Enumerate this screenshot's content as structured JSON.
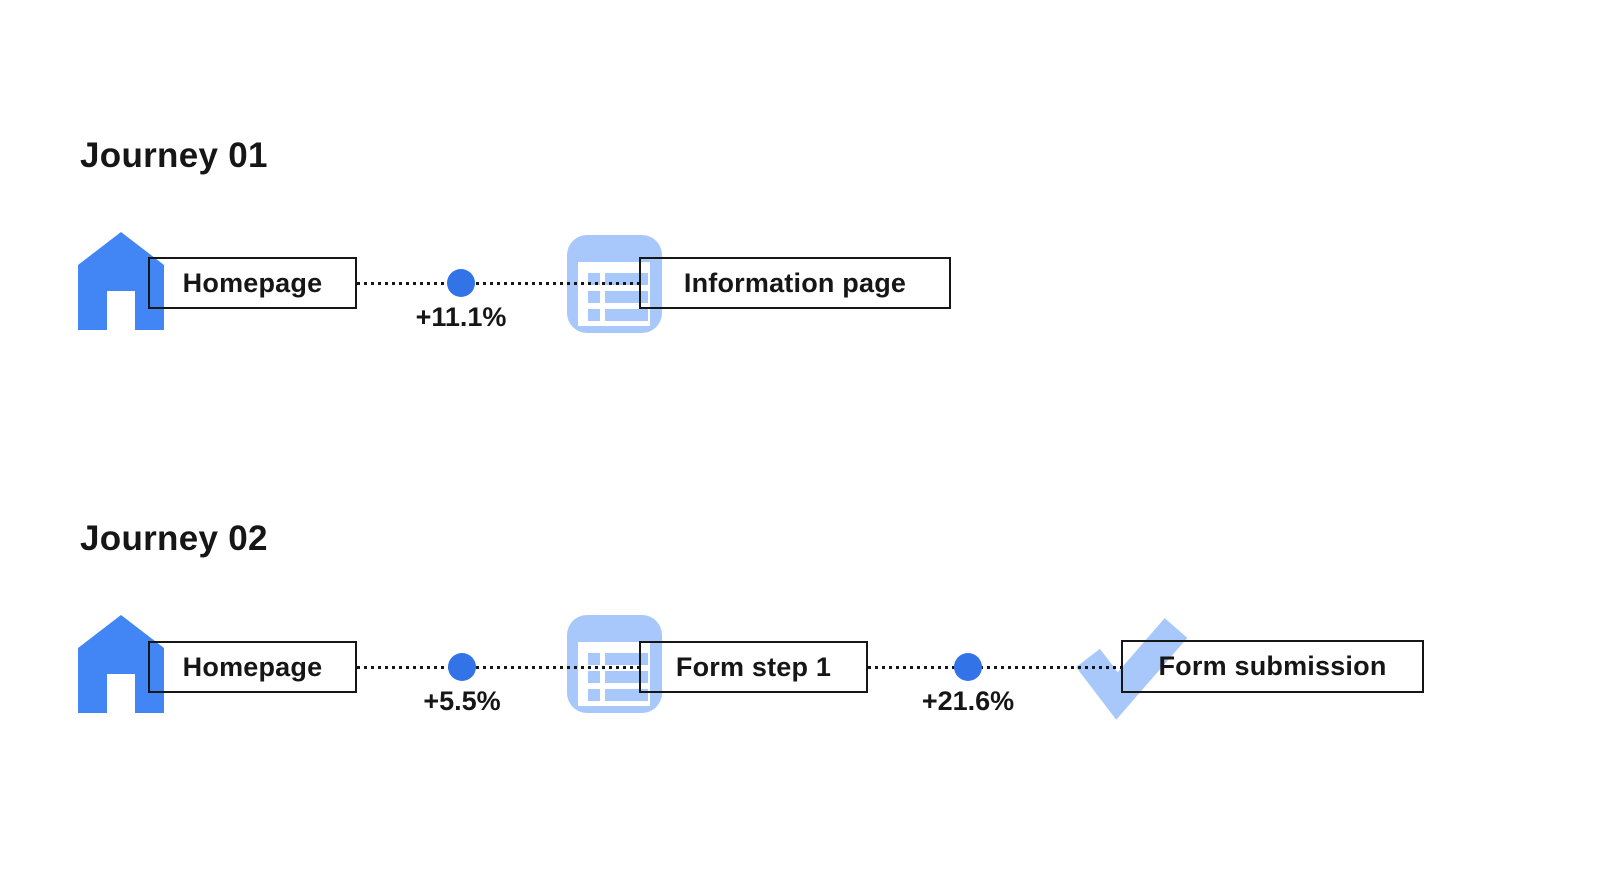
{
  "colors": {
    "primary_blue": "#4285F4",
    "node_blue": "#3273E8",
    "light_blue": "#A8C7FA",
    "ink": "#161616",
    "canvas_bg": "#ffffff"
  },
  "journeys": [
    {
      "title": "Journey 01",
      "steps": [
        {
          "label": "Homepage",
          "icon": "home-icon"
        },
        {
          "label": "Information page",
          "icon": "information-page-icon"
        }
      ],
      "transitions": [
        {
          "delta": "+11.1%"
        }
      ]
    },
    {
      "title": "Journey 02",
      "steps": [
        {
          "label": "Homepage",
          "icon": "home-icon"
        },
        {
          "label": "Form step 1",
          "icon": "form-page-icon"
        },
        {
          "label": "Form submission",
          "icon": "checkmark-icon"
        }
      ],
      "transitions": [
        {
          "delta": "+5.5%"
        },
        {
          "delta": "+21.6%"
        }
      ]
    }
  ]
}
